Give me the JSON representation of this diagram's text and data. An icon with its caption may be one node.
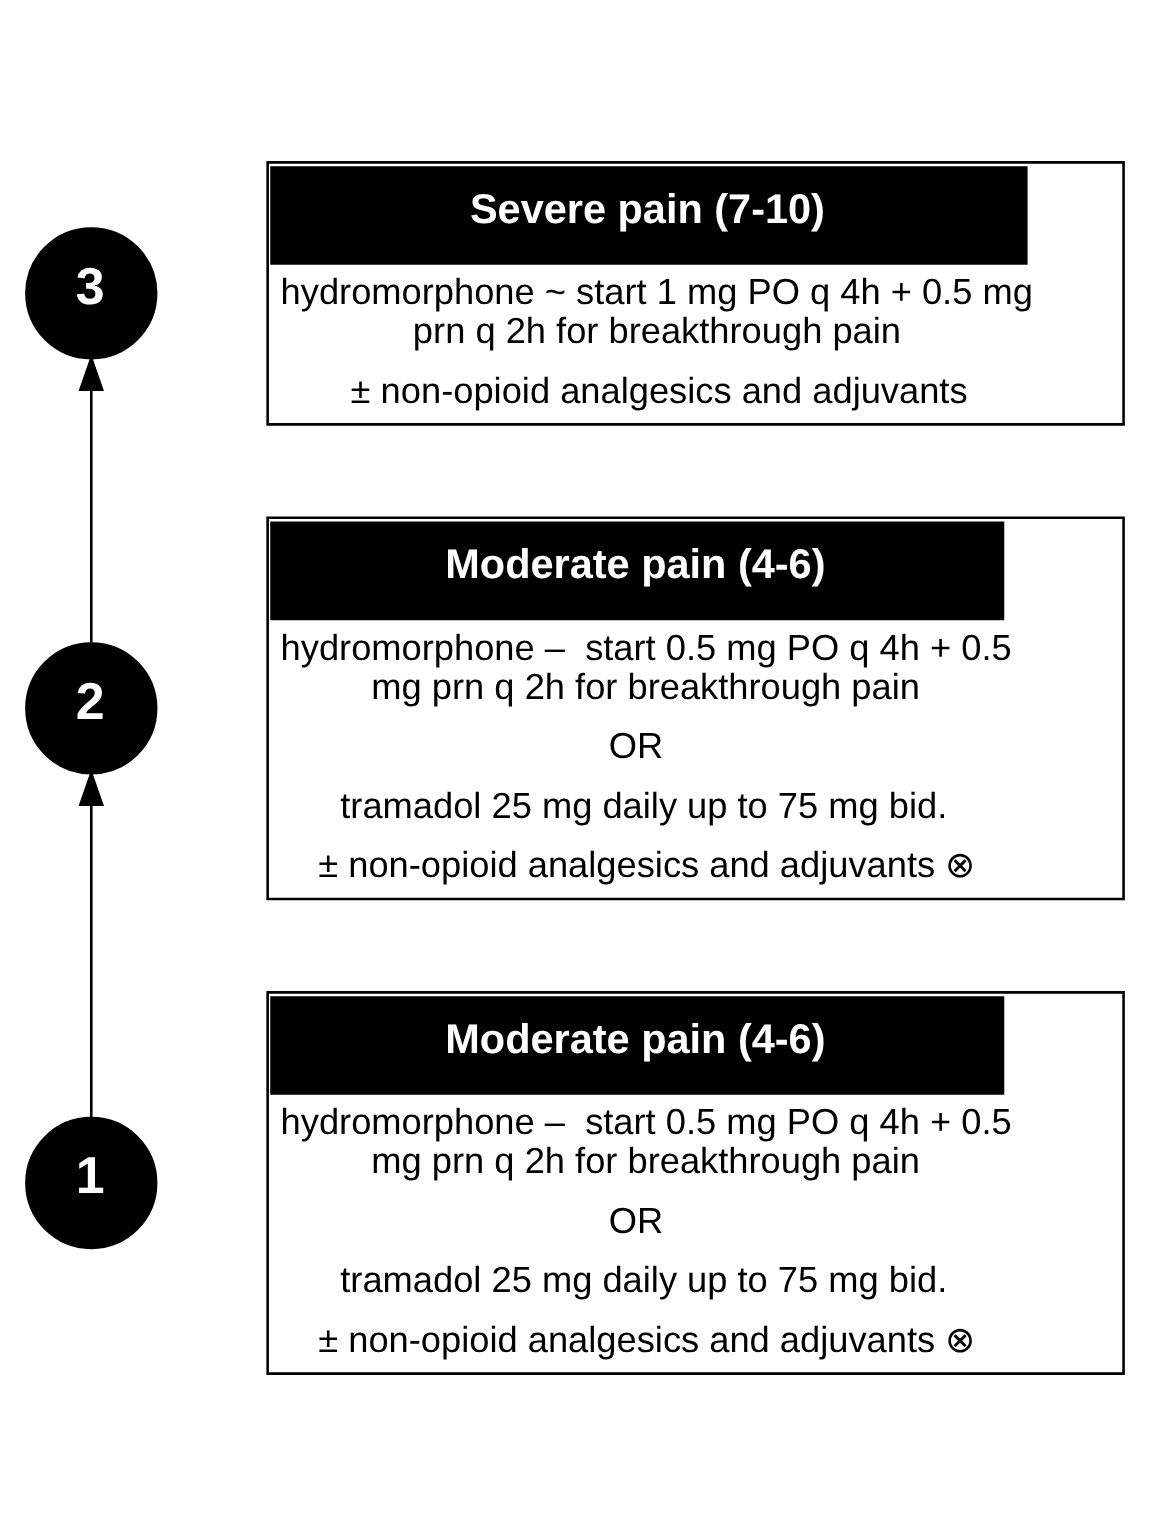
{
  "diagram": {
    "nodes": [
      {
        "text": [
          "3"
        ]
      },
      {
        "text": [
          "Severe pain (7-10)",
          "hydromorphone ~ start 1 mg PO q 4h + 0.5 mg prn q 2h for breakthrough pain",
          "± non-opioid analgesics and adjuvants"
        ]
      },
      {
        "text": [
          "2"
        ]
      },
      {
        "text": [
          "Moderate pain (4-6)",
          "hydromorphone –  start 0.5 mg PO q 4h + 0.5 mg prn q 2h for breakthrough pain",
          "OR",
          "tramadol 25 mg daily up to 75 mg bid.",
          "± non-opioid analgesics and adjuvants ⊗"
        ]
      },
      {
        "text": [
          "1"
        ]
      },
      {
        "text": [
          "Moderate pain (4-6)",
          "hydromorphone –  start 0.5 mg PO q 4h + 0.5 mg prn q 2h for breakthrough pain",
          "OR",
          "tramadol 25 mg daily up to 75 mg bid.",
          "± non-opioid analgesics and adjuvants ⊗"
        ]
      }
    ],
    "edges": [
      {
        "from": 4,
        "to": 2,
        "arrow": "to"
      },
      {
        "from": 2,
        "to": 0,
        "arrow": "to"
      }
    ]
  }
}
